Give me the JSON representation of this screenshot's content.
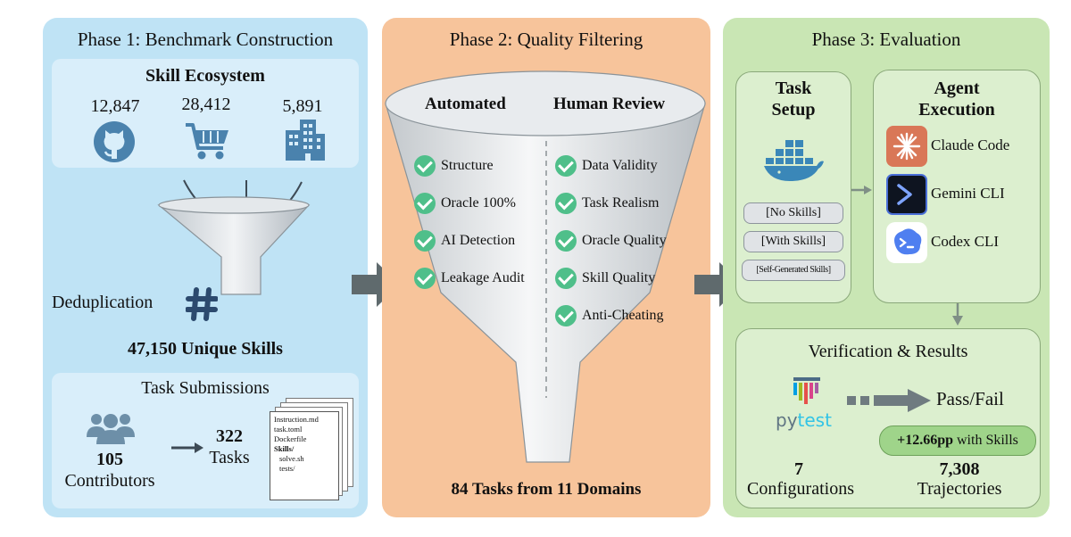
{
  "phase1": {
    "title": "Phase 1: Benchmark Construction",
    "ecosystem": {
      "title": "Skill Ecosystem",
      "sources": [
        {
          "count": "12,847",
          "icon": "github-icon"
        },
        {
          "count": "28,412",
          "icon": "cart-icon"
        },
        {
          "count": "5,891",
          "icon": "building-icon"
        }
      ]
    },
    "dedup_label": "Deduplication",
    "unique_skills": "47,150 Unique Skills",
    "submissions": {
      "title": "Task Submissions",
      "contributors_count": "105",
      "contributors_label": "Contributors",
      "tasks_count": "322",
      "tasks_label": "Tasks",
      "files": [
        "Instruction.md",
        "task.toml",
        "Dockerfile",
        "Skills/",
        "solve.sh",
        "tests/"
      ]
    }
  },
  "phase2": {
    "title": "Phase 2: Quality Filtering",
    "automated_title": "Automated",
    "human_title": "Human Review",
    "automated": [
      "Structure",
      "Oracle 100%",
      "AI Detection",
      "Leakage Audit"
    ],
    "human": [
      "Data Validity",
      "Task Realism",
      "Oracle Quality",
      "Skill Quality",
      "Anti-Cheating"
    ],
    "result": "84 Tasks from 11 Domains"
  },
  "phase3": {
    "title": "Phase 3: Evaluation",
    "task_setup": {
      "title_line1": "Task",
      "title_line2": "Setup",
      "conditions": [
        "[No Skills]",
        "[With Skills]",
        "[Self-Generated Skills]"
      ]
    },
    "agent_execution": {
      "title_line1": "Agent",
      "title_line2": "Execution",
      "agents": [
        "Claude Code",
        "Gemini CLI",
        "Codex CLI"
      ]
    },
    "verification": {
      "title": "Verification & Results",
      "pytest_label_1": "py",
      "pytest_label_2": "test",
      "pass_fail": "Pass/Fail",
      "gain_value": "+12.66pp",
      "gain_suffix": " with Skills",
      "configs_count": "7",
      "configs_label": "Configurations",
      "traj_count": "7,308",
      "traj_label": "Trajectories"
    }
  },
  "colors": {
    "phase1_bg": "#bfe3f5",
    "phase2_bg": "#f7c49b",
    "phase3_bg": "#c9e6b4",
    "check_green": "#4fbf8a",
    "icon_blue": "#4a82ad",
    "hash_navy": "#2c4a6e"
  }
}
